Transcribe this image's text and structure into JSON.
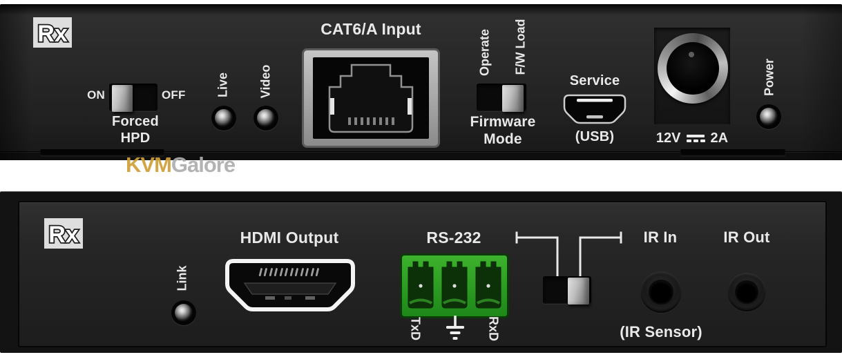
{
  "watermark": {
    "part1": "KVM",
    "part2": "Galore"
  },
  "top_panel": {
    "logo": "Rx",
    "forced_hpd": {
      "on_label": "ON",
      "off_label": "OFF",
      "caption_line1": "Forced",
      "caption_line2": "HPD",
      "position": "ON"
    },
    "live_led_label": "Live",
    "video_led_label": "Video",
    "cat6_label": "CAT6/A Input",
    "firmware": {
      "left_label": "Operate",
      "right_label": "F/W Load",
      "caption_line1": "Firmware",
      "caption_line2": "Mode",
      "position": "F/W Load"
    },
    "service": {
      "label": "Service",
      "sublabel": "(USB)"
    },
    "power_spec": {
      "voltage": "12V",
      "current": "2A"
    },
    "power_led_label": "Power"
  },
  "bottom_panel": {
    "logo": "Rx",
    "link_led_label": "Link",
    "hdmi_label": "HDMI Output",
    "rs232": {
      "label": "RS-232",
      "pin_left": "TxD",
      "pin_right": "RxD"
    },
    "ir": {
      "in_label": "IR In",
      "out_label": "IR Out",
      "sensor_label": "(IR Sensor)",
      "switch_position": "right"
    }
  }
}
